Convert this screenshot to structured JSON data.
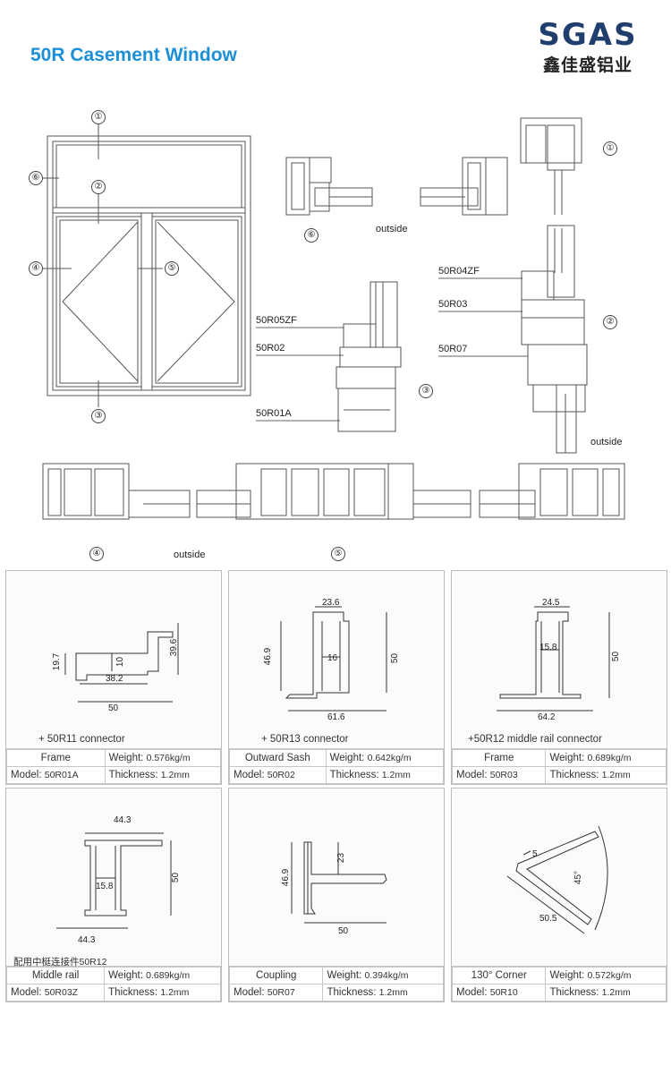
{
  "header": {
    "title": "50R Casement Window",
    "logo_mark": "SGAS",
    "logo_cn": "鑫佳盛铝业"
  },
  "markers": [
    "①",
    "②",
    "③",
    "④",
    "⑤",
    "⑥"
  ],
  "section_labels": {
    "outside": "outside",
    "p_50R05ZF": "50R05ZF",
    "p_50R02": "50R02",
    "p_50R01A": "50R01A",
    "p_50R04ZF": "50R04ZF",
    "p_50R03": "50R03",
    "p_50R07": "50R07"
  },
  "cards": [
    {
      "connector": "+ 50R11 connector",
      "name": "Frame",
      "weight_label": "Weight:",
      "weight": "0.576kg/m",
      "model_label": "Model:",
      "model": "50R01A",
      "thickness_label": "Thickness:",
      "thickness": "1.2mm",
      "dims": [
        "19.7",
        "10",
        "39.6",
        "38.2",
        "50"
      ]
    },
    {
      "connector": "+ 50R13 connector",
      "name": "Outward Sash",
      "weight_label": "Weight:",
      "weight": "0.642kg/m",
      "model_label": "Model:",
      "model": "50R02",
      "thickness_label": "Thickness:",
      "thickness": "1.2mm",
      "dims": [
        "23.6",
        "46.9",
        "16",
        "50",
        "61.6"
      ]
    },
    {
      "connector": "+50R12 middle rail connector",
      "name": "Frame",
      "weight_label": "Weight:",
      "weight": "0.689kg/m",
      "model_label": "Model:",
      "model": "50R03",
      "thickness_label": "Thickness:",
      "thickness": "1.2mm",
      "dims": [
        "24.5",
        "15.8",
        "50",
        "64.2"
      ]
    },
    {
      "connector": "配用中梃连接件50R12",
      "name": "Middle rail",
      "weight_label": "Weight:",
      "weight": "0.689kg/m",
      "model_label": "Model:",
      "model": "50R03Z",
      "thickness_label": "Thickness:",
      "thickness": "1.2mm",
      "dims": [
        "44.3",
        "15.8",
        "50",
        "44.3"
      ]
    },
    {
      "connector": "",
      "name": "Coupling",
      "weight_label": "Weight:",
      "weight": "0.394kg/m",
      "model_label": "Model:",
      "model": "50R07",
      "thickness_label": "Thickness:",
      "thickness": "1.2mm",
      "dims": [
        "46.9",
        "23",
        "50"
      ]
    },
    {
      "connector": "",
      "name": "130° Corner",
      "weight_label": "Weight:",
      "weight": "0.572kg/m",
      "model_label": "Model:",
      "model": "50R10",
      "thickness_label": "Thickness:",
      "thickness": "1.2mm",
      "dims": [
        "5",
        "45°",
        "50.5"
      ]
    }
  ]
}
